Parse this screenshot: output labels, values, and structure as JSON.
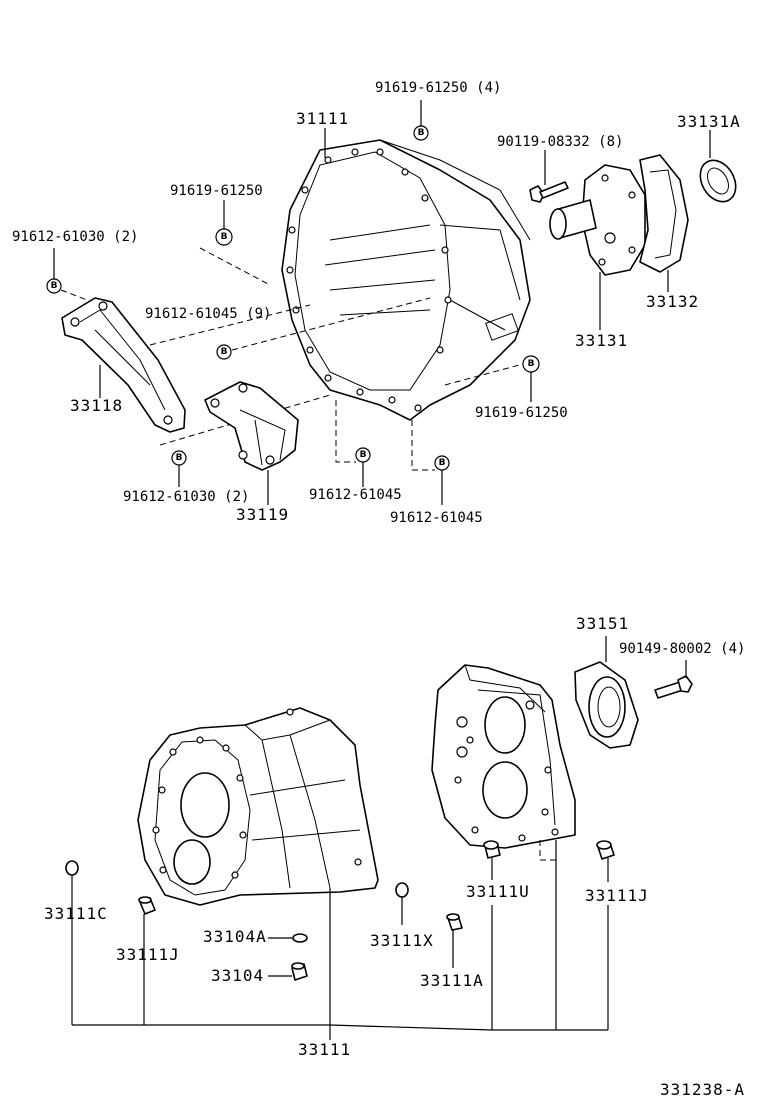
{
  "diagram_id": "331238-A",
  "bolt_marker": "B",
  "labels": {
    "p31111_top": "31111",
    "b91619_61250_4": "91619-61250 (4)",
    "b90119_08332_8": "90119-08332 (8)",
    "p33131A": "33131A",
    "b91619_61250_a": "91619-61250",
    "b91612_61030_2_a": "91612-61030 (2)",
    "b91612_61045_9": "91612-61045 (9)",
    "p33132": "33132",
    "p33131": "33131",
    "p33118": "33118",
    "b91619_61250_b": "91619-61250",
    "b91612_61030_2_b": "91612-61030 (2)",
    "b91612_61045_a": "91612-61045",
    "b91612_61045_b": "91612-61045",
    "p33119": "33119",
    "p33151": "33151",
    "b90149_80002_4": "90149-80002 (4)",
    "p33111C": "33111C",
    "p33111J_a": "33111J",
    "p33104A": "33104A",
    "p33104": "33104",
    "p33111X": "33111X",
    "p33111U": "33111U",
    "p33111A": "33111A",
    "p33111J_b": "33111J",
    "p33111_bottom": "33111"
  }
}
